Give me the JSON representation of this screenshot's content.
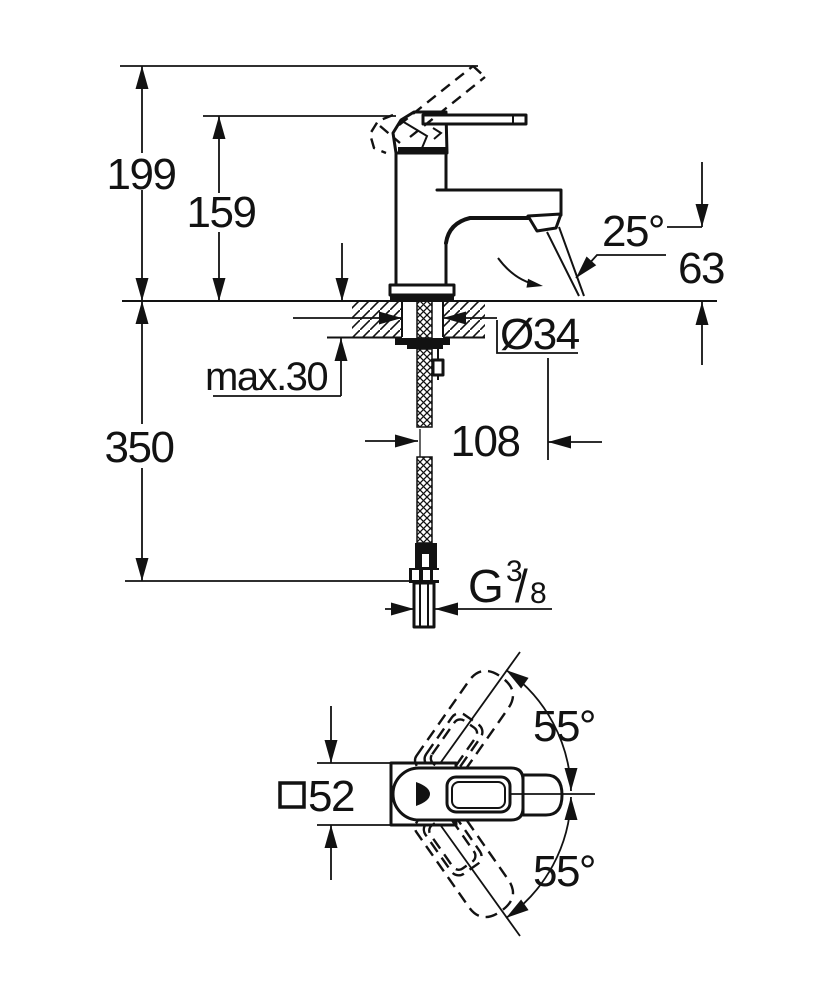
{
  "page": {
    "background": "#ffffff",
    "line_color": "#121212",
    "description_labels": "faucet installation dimension drawing"
  },
  "side_view": {
    "total_height": "199",
    "body_height": "159",
    "spout_angle": "25°",
    "outlet_height": "63",
    "hole_diameter": "Ø34",
    "max_thickness": "max.30",
    "hose_length": "350",
    "spout_reach": "108",
    "thread": {
      "g": "G",
      "num": "3",
      "slash": "/",
      "den": "8"
    }
  },
  "top_view": {
    "square_symbol": "□",
    "body_width": "52",
    "swivel_upper": "55°",
    "swivel_lower": "55°"
  }
}
